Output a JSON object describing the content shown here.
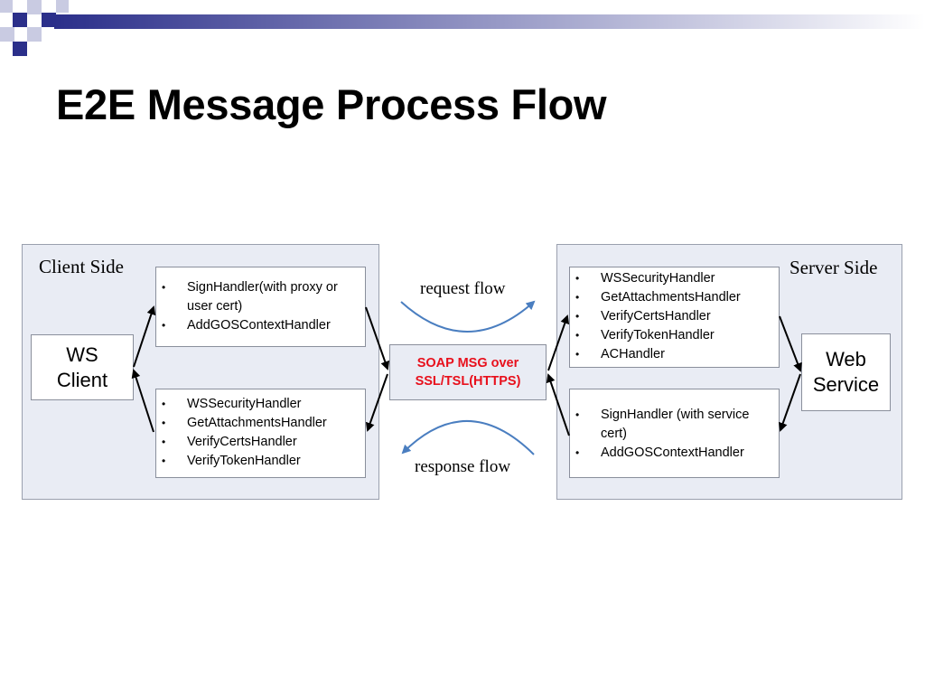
{
  "title": "E2E Message Process Flow",
  "client_panel": {
    "label": "Client Side",
    "endpoint": "WS\nClient",
    "request_handlers": [
      "SignHandler(with proxy or user cert)",
      "AddGOSContextHandler"
    ],
    "response_handlers": [
      "WSSecurityHandler",
      "GetAttachmentsHandler",
      "VerifyCertsHandler",
      "VerifyTokenHandler"
    ]
  },
  "server_panel": {
    "label": "Server Side",
    "endpoint": "Web\nService",
    "request_handlers": [
      "WSSecurityHandler",
      "GetAttachmentsHandler",
      "VerifyCertsHandler",
      "VerifyTokenHandler",
      "ACHandler"
    ],
    "response_handlers": [
      "SignHandler (with service cert)",
      "AddGOSContextHandler"
    ]
  },
  "transport": {
    "label": "SOAP MSG over\nSSL/TSL(HTTPS)",
    "request_label": "request flow",
    "response_label": "response flow"
  },
  "colors": {
    "panel_fill": "#e9ecf4",
    "transport_text": "#e8101c",
    "flow_arrow": "#4a7ec0",
    "header_accent": "#2b2f8a"
  }
}
